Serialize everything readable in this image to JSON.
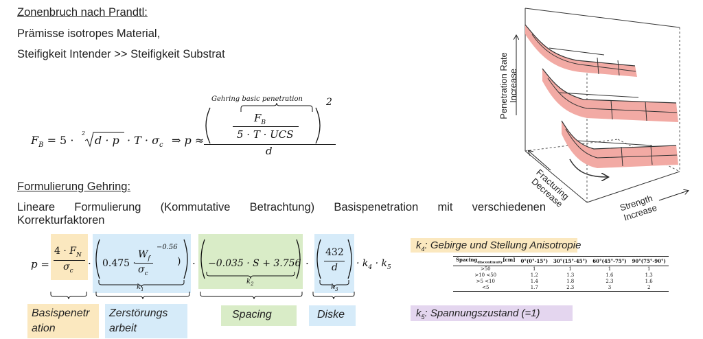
{
  "heading1": "Zonenbruch nach Prandtl:",
  "premise_line1": "Prämisse isotropes Material,",
  "premise_line2": "Steifigkeit Intender >> Steifigkeit Substrat",
  "formula_prandtl": {
    "lhs": "F",
    "lhs_sub": "B",
    "eq": "= 5 ·",
    "root_index": "2",
    "radicand": "d · p",
    "tail": "· T · σ",
    "tail_sub": "c",
    "implies": "⇒ p ≈",
    "brace_label": "Gehring basic penetration",
    "inner_num": "F",
    "inner_num_sub": "B",
    "inner_den": "5 · T · UCS",
    "exponent": "2",
    "outer_den": "d"
  },
  "heading2": "Formulierung Gehring:",
  "body_line1": "Lineare Formulierung (Kommutative Betrachtung) Basispenetration mit verschiedenen",
  "body_line2": "Korrekturfaktoren",
  "formula_gehring": {
    "lhs": "p =",
    "f1_num": "4 · F",
    "f1_num_sub": "N",
    "f1_den": "σ",
    "f1_den_sub": "c",
    "dot": "·",
    "k1_a": "0.475 ·",
    "k1_num": "W",
    "k1_num_sub": "f",
    "k1_den": "σ",
    "k1_den_sub": "c",
    "k1_exp": "−0.56",
    "k1_label": "k",
    "k1_label_sub": "1",
    "k2_expr": "−0.035 · S + 3.756",
    "k2_label": "k",
    "k2_label_sub": "2",
    "k3_num": "432",
    "k3_den": "d",
    "k3_label": "k",
    "k3_label_sub": "3",
    "tail": "· k",
    "tail_sub1": "4",
    "tail_mid": " · k",
    "tail_sub2": "5"
  },
  "captions": {
    "basis_line1": "Basispenetr",
    "basis_line2": "ation",
    "zerst_line1": "Zerstörungs",
    "zerst_line2": "arbeit",
    "spacing": "Spacing",
    "diske": "Diske"
  },
  "k4": {
    "label": "k",
    "label_sub": "4",
    "title": ":  Gebirge und Stellung Anisotropie",
    "table": {
      "header_prefix": "Spacing",
      "header_sub": "discontinuity",
      "header_suffix": "[cm]",
      "columns": [
        "0°(0°-15°)",
        "30°(15°-45°)",
        "60°(45°-75°)",
        "90°(75°-90°)"
      ],
      "rows": [
        {
          "spacing": ">50",
          "values": [
            "1",
            "1",
            "1",
            "1"
          ]
        },
        {
          "spacing": ">10 <50",
          "values": [
            "1.2",
            "1.3",
            "1.6",
            "1.3"
          ]
        },
        {
          "spacing": ">5 <10",
          "values": [
            "1.4",
            "1.8",
            "2.3",
            "1.6"
          ]
        },
        {
          "spacing": "<5",
          "values": [
            "1.7",
            "2.3",
            "3",
            "2"
          ]
        }
      ]
    }
  },
  "k5": {
    "label": "k",
    "label_sub": "5",
    "title": ": Spannungszustand (=1)"
  },
  "diagram": {
    "ylabel_line1": "Penetration Rate",
    "ylabel_line2": "Increase",
    "diag_label_line1": "Fracturing",
    "diag_label_line2": "Decrease",
    "xlabel_line1": "Strength",
    "xlabel_line2": "Increase",
    "surface_color": "#f2aaa4"
  }
}
